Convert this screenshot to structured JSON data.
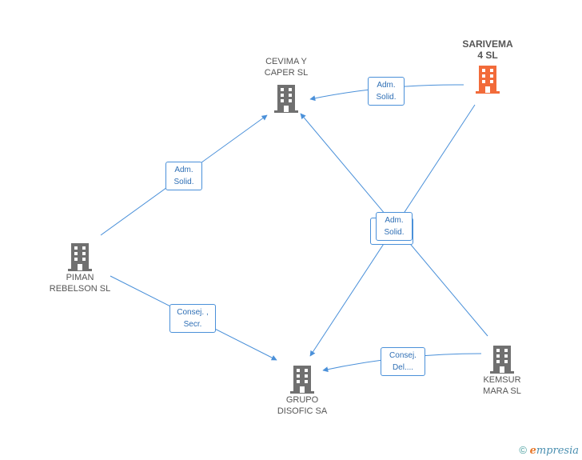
{
  "nodes": {
    "sarivema": {
      "line1": "SARIVEMA",
      "line2": "4 SL"
    },
    "cevima": {
      "line1": "CEVIMA Y",
      "line2": "CAPER SL"
    },
    "piman": {
      "line1": "PIMAN",
      "line2": "REBELSON SL"
    },
    "grupo": {
      "line1": "GRUPO",
      "line2": "DISOFIC SA"
    },
    "kemsur": {
      "line1": "KEMSUR",
      "line2": "MARA SL"
    }
  },
  "edges": {
    "sarivema_cevima": {
      "line1": "Adm.",
      "line2": "Solid."
    },
    "piman_cevima": {
      "line1": "Adm.",
      "line2": "Solid."
    },
    "kemsur_cevima": {
      "line1": "Adm.",
      "line2": "Solid."
    },
    "piman_grupo": {
      "line1": "Consej. ,",
      "line2": "Secr."
    },
    "kemsur_grupo": {
      "line1": "Consej.",
      "line2": "Del...."
    }
  },
  "colors": {
    "main_node": "#f26b3a",
    "node": "#707070",
    "edge": "#4a90d9"
  },
  "footer": {
    "copyright": "©",
    "brand_e": "e",
    "brand_rest": "mpresia"
  }
}
